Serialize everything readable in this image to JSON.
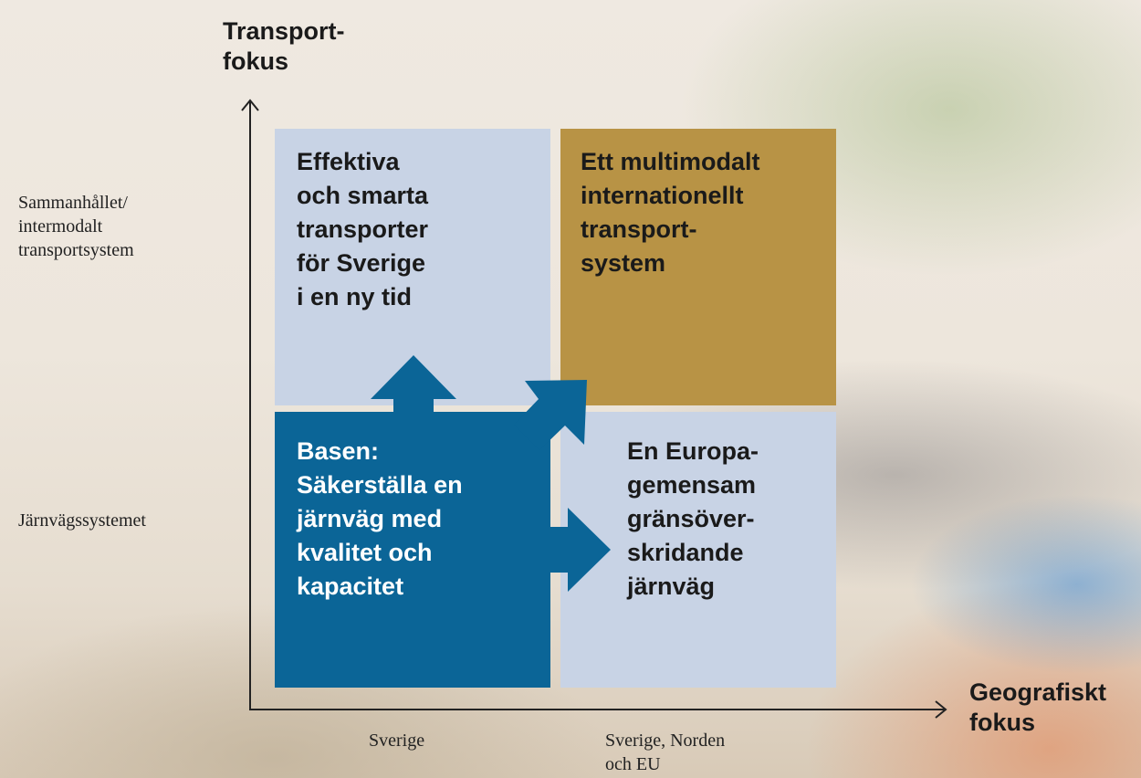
{
  "y_axis": {
    "title": "Transport-\nfokus",
    "levels": [
      "Sammanhållet/\nintermodalt\ntransportsystem",
      "Järnvägssystemet"
    ]
  },
  "x_axis": {
    "title": "Geografiskt\nfokus",
    "levels": [
      "Sverige",
      "Sverige, Norden\noch EU"
    ]
  },
  "quadrants": {
    "top_left": "Effektiva\noch smarta\ntransporter\nför Sverige\ni en ny tid",
    "top_right": "Ett multimodalt\ninternationellt\ntransport-\nsystem",
    "bottom_left": "Basen:\nSäkerställa en\njärnväg med\nkvalitet och\nkapacitet",
    "bottom_right": "En Europa-\ngemensam\ngränsöver-\nskridande\njärnväg"
  },
  "colors": {
    "light_blue": "#c8d3e5",
    "gold": "#b89345",
    "dark_blue": "#0b6597",
    "text_dark": "#1a1a1a",
    "text_light": "#ffffff"
  }
}
